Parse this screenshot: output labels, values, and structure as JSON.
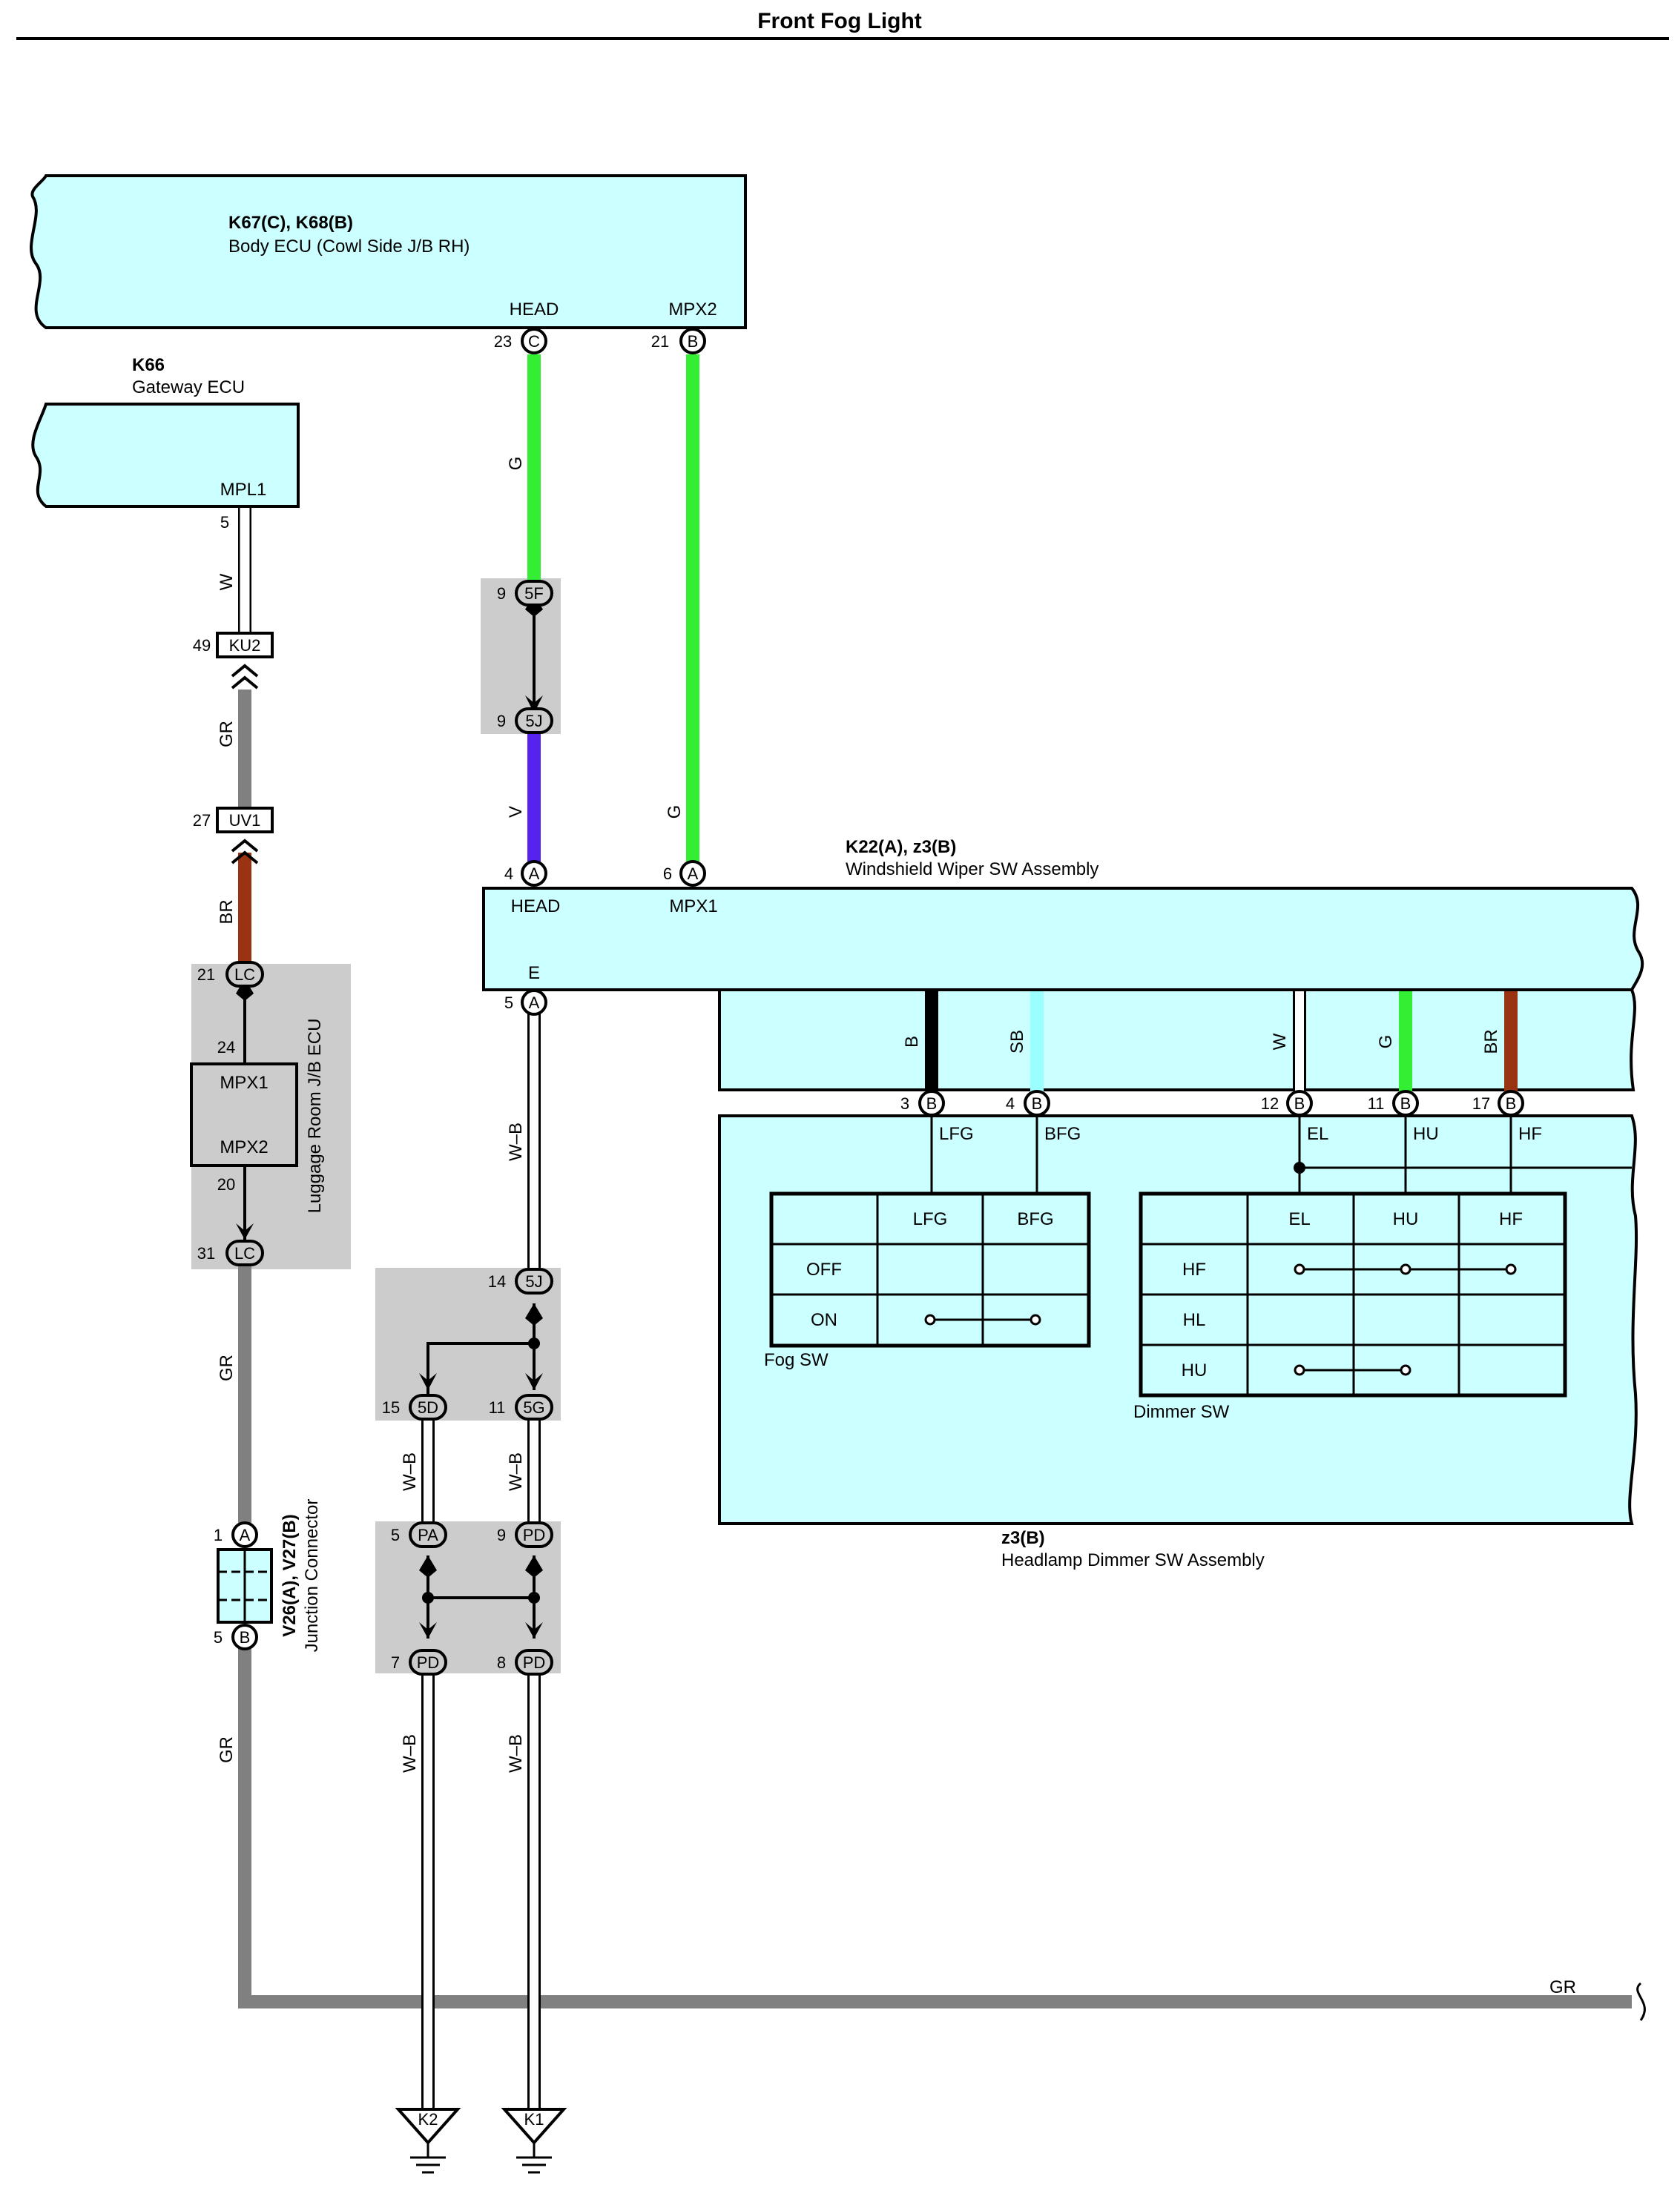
{
  "title": "Front Fog Light",
  "components": {
    "body_ecu": {
      "code": "K67(C), K68(B)",
      "name": "Body ECU (Cowl Side J/B RH)",
      "term_head": "HEAD",
      "term_mpx2": "MPX2"
    },
    "gateway_ecu": {
      "code": "K66",
      "name": "Gateway ECU",
      "term_mpl1": "MPL1"
    },
    "wiper_sw": {
      "code": "K22(A), z3(B)",
      "name": "Windshield Wiper SW Assembly",
      "term_head": "HEAD",
      "term_mpx1": "MPX1",
      "term_e": "E"
    },
    "luggage_jb": {
      "name": "Luggage Room J/B ECU",
      "mpx1": "MPX1",
      "mpx2": "MPX2",
      "pin_top": "24",
      "pin_bottom": "20"
    },
    "junction": {
      "code": "V26(A), V27(B)",
      "name": "Junction Connector"
    },
    "dimmer_assy": {
      "code": "z3(B)",
      "name": "Headlamp Dimmer SW Assembly"
    }
  },
  "wire_colors": {
    "G": "G",
    "V": "V",
    "W": "W",
    "GR": "GR",
    "BR": "BR",
    "WB": "W–B",
    "B": "B",
    "SB": "SB"
  },
  "connectors": {
    "c23": {
      "pin": "23",
      "id": "C"
    },
    "b21": {
      "pin": "21",
      "id": "B"
    },
    "mpl5": {
      "pin": "5"
    },
    "f9": {
      "pin": "9",
      "id": "5F"
    },
    "j9": {
      "pin": "9",
      "id": "5J"
    },
    "a4": {
      "pin": "4",
      "id": "A"
    },
    "a6": {
      "pin": "6",
      "id": "A"
    },
    "a5": {
      "pin": "5",
      "id": "A"
    },
    "ku2": {
      "pin": "49",
      "id": "KU2"
    },
    "uv1": {
      "pin": "27",
      "id": "UV1"
    },
    "lc21": {
      "pin": "21",
      "id": "LC"
    },
    "lc31": {
      "pin": "31",
      "id": "LC"
    },
    "j14": {
      "pin": "14",
      "id": "5J"
    },
    "d15": {
      "pin": "15",
      "id": "5D"
    },
    "g11": {
      "pin": "11",
      "id": "5G"
    },
    "pa5": {
      "pin": "5",
      "id": "PA"
    },
    "pd9": {
      "pin": "9",
      "id": "PD"
    },
    "pd7": {
      "pin": "7",
      "id": "PD"
    },
    "pd8": {
      "pin": "8",
      "id": "PD"
    },
    "jA1": {
      "pin": "1",
      "id": "A"
    },
    "jB5": {
      "pin": "5",
      "id": "B"
    },
    "b3": {
      "pin": "3",
      "id": "B"
    },
    "b4": {
      "pin": "4",
      "id": "B"
    },
    "b12": {
      "pin": "12",
      "id": "B"
    },
    "b11": {
      "pin": "11",
      "id": "B"
    },
    "b17": {
      "pin": "17",
      "id": "B"
    }
  },
  "signals": {
    "lfg": "LFG",
    "bfg": "BFG",
    "el": "EL",
    "hu": "HU",
    "hf": "HF"
  },
  "fog_sw": {
    "caption": "Fog SW",
    "headers": [
      "LFG",
      "BFG"
    ],
    "rows": [
      "OFF",
      "ON"
    ]
  },
  "dimmer_sw": {
    "caption": "Dimmer SW",
    "headers": [
      "EL",
      "HU",
      "HF"
    ],
    "rows": [
      "HF",
      "HL",
      "HU"
    ]
  },
  "grounds": {
    "k2": "K2",
    "k1": "K1"
  },
  "colors": {
    "ecu_fill": "#ccffff",
    "jb_gray": "#cccccc",
    "green": "#33ee33",
    "violet": "#5522ee",
    "brown": "#993311",
    "gray": "#808080",
    "skyblue": "#99ffff"
  }
}
